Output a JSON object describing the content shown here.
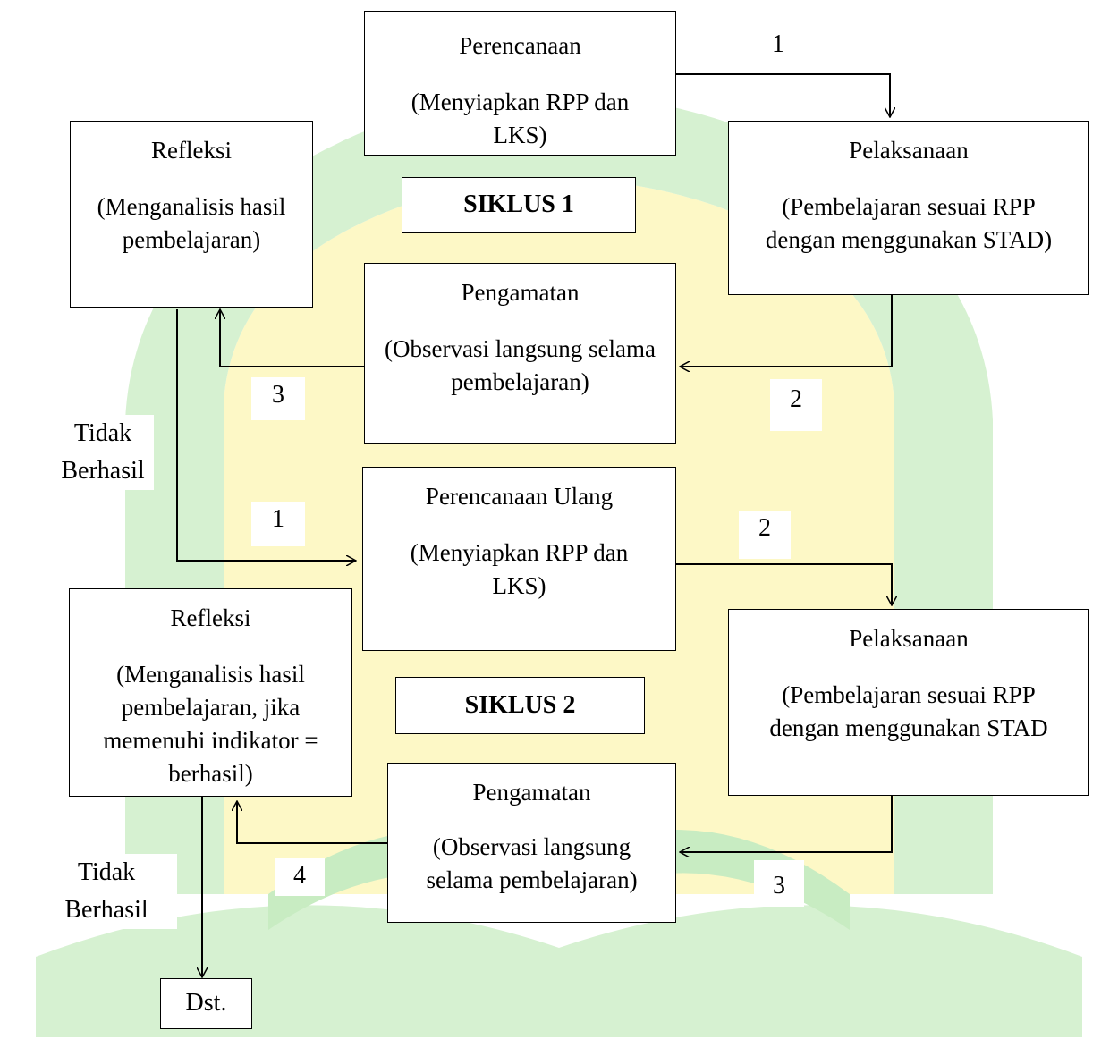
{
  "cycle1": {
    "planning": {
      "title": "Perencanaan",
      "desc": "(Menyiapkan RPP dan LKS)"
    },
    "action": {
      "title": "Pelaksanaan",
      "desc": "(Pembelajaran sesuai RPP dengan menggunakan STAD)"
    },
    "observation": {
      "title": "Pengamatan",
      "desc": "(Observasi langsung selama pembelajaran)"
    },
    "reflection": {
      "title": "Refleksi",
      "desc": "(Menganalisis hasil pembelajaran)"
    },
    "label": "SIKLUS 1",
    "step_1": "1",
    "step_2": "2",
    "step_3": "3"
  },
  "transition": {
    "not_success": "Tidak Berhasil",
    "step_1": "1"
  },
  "cycle2": {
    "planning": {
      "title": "Perencanaan Ulang",
      "desc": "(Menyiapkan RPP dan LKS)"
    },
    "action": {
      "title": "Pelaksanaan",
      "desc": "(Pembelajaran sesuai RPP dengan menggunakan STAD"
    },
    "observation": {
      "title": "Pengamatan",
      "desc": "(Observasi langsung selama pembelajaran)"
    },
    "reflection": {
      "title": "Refleksi",
      "desc": "(Menganalisis hasil pembelajaran, jika memenuhi indikator = berhasil)"
    },
    "label": "SIKLUS 2",
    "step_2": "2",
    "step_3": "3",
    "step_4": "4"
  },
  "end": {
    "not_success": "Tidak Berhasil",
    "next": "Dst."
  },
  "colors": {
    "watermark_yellow": "#fdf8c6",
    "watermark_green": "#cfeec9",
    "line": "#000000"
  }
}
